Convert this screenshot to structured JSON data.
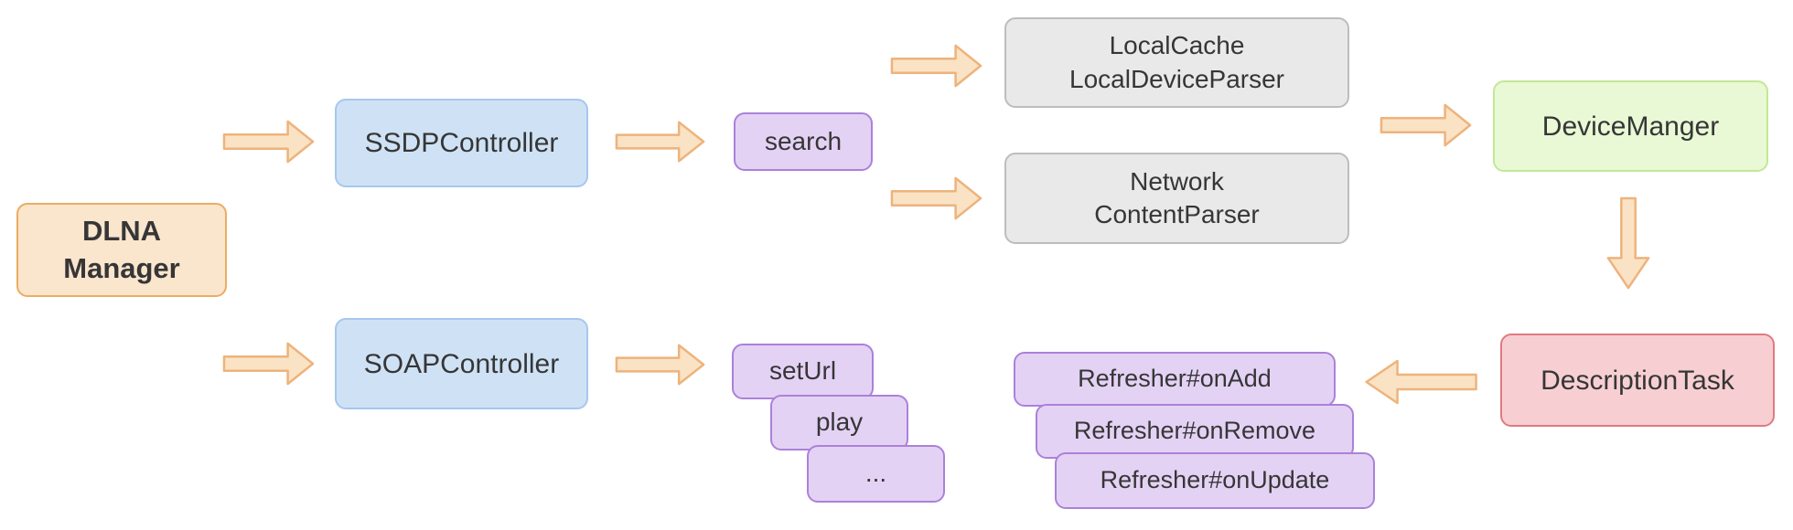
{
  "diagram": {
    "background": "#ffffff",
    "nodes": {
      "dlna_manager": {
        "label": "DLNA\nManager",
        "color_role": "orange"
      },
      "ssdp_controller": {
        "label": "SSDPController",
        "color_role": "blue"
      },
      "soap_controller": {
        "label": "SOAPController",
        "color_role": "blue"
      },
      "search": {
        "label": "search",
        "color_role": "purple"
      },
      "local_cache_parser": {
        "label": "LocalCache\nLocalDeviceParser",
        "color_role": "gray"
      },
      "network_content_parser": {
        "label": "Network\nContentParser",
        "color_role": "gray"
      },
      "device_manager": {
        "label": "DeviceManger",
        "color_role": "green"
      },
      "description_task": {
        "label": "DescriptionTask",
        "color_role": "red"
      },
      "refresher_on_add": {
        "label": "Refresher#onAdd",
        "color_role": "purple"
      },
      "refresher_on_remove": {
        "label": "Refresher#onRemove",
        "color_role": "purple"
      },
      "refresher_on_update": {
        "label": "Refresher#onUpdate",
        "color_role": "purple"
      },
      "set_url": {
        "label": "setUrl",
        "color_role": "purple"
      },
      "play": {
        "label": "play",
        "color_role": "purple"
      },
      "ellipsis": {
        "label": "...",
        "color_role": "purple"
      }
    },
    "arrows": [
      {
        "from": "dlna_manager",
        "to": "ssdp_controller",
        "direction": "right"
      },
      {
        "from": "ssdp_controller",
        "to": "search",
        "direction": "right"
      },
      {
        "from": "search",
        "to": "local_cache_parser",
        "direction": "right"
      },
      {
        "from": "search",
        "to": "network_content_parser",
        "direction": "right"
      },
      {
        "from": "parsers",
        "to": "device_manager",
        "direction": "right"
      },
      {
        "from": "device_manager",
        "to": "description_task",
        "direction": "down"
      },
      {
        "from": "description_task",
        "to": "refresher_callbacks",
        "direction": "left"
      },
      {
        "from": "dlna_manager",
        "to": "soap_controller",
        "direction": "right"
      },
      {
        "from": "soap_controller",
        "to": "set_url",
        "direction": "right"
      }
    ],
    "colors": {
      "orange_fill": "#fae5cd",
      "orange_border": "#ecac63",
      "blue_fill": "#cfe2f5",
      "blue_border": "#a6c7ee",
      "purple_fill": "#e4d2f5",
      "purple_border": "#ab81d9",
      "gray_fill": "#e9e9e9",
      "gray_border": "#bdbdbd",
      "green_fill": "#e9f8d5",
      "green_border": "#c4e796",
      "red_fill": "#f7cfd2",
      "red_border": "#e07a80",
      "arrow_fill": "#fae3c5",
      "arrow_border": "#eeb37c",
      "text": "#363636"
    }
  }
}
